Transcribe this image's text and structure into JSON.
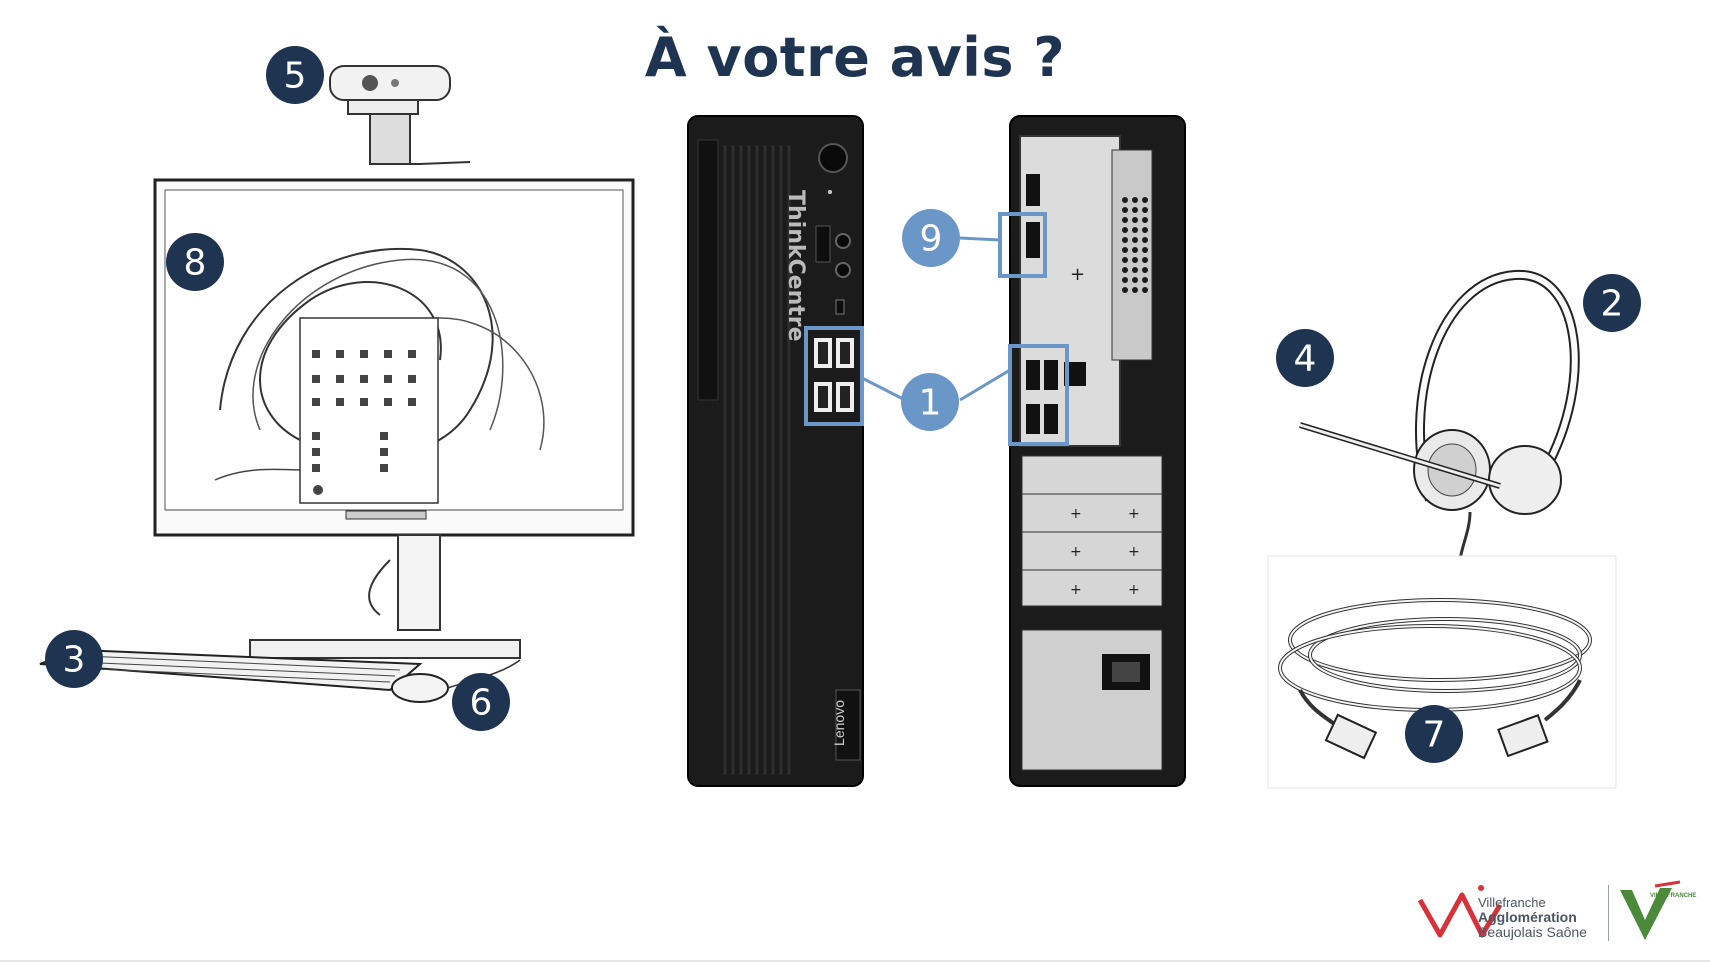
{
  "title": "À votre avis ?",
  "badges": {
    "b1": "1",
    "b2": "2",
    "b3": "3",
    "b4": "4",
    "b5": "5",
    "b6": "6",
    "b7": "7",
    "b8": "8",
    "b9": "9"
  },
  "tower_labels": {
    "brand_vertical": "ThinkCentre",
    "lenovo": "Lenovo"
  },
  "logo": {
    "line1": "Villefranche",
    "line2": "Agglomération",
    "line3": "Beaujolais Saône",
    "right_text": "VILLEFRANCHE"
  },
  "colors": {
    "title": "#1f3450",
    "badge_dark": "#1f3450",
    "badge_blue": "#6b97c8",
    "logo_red": "#d9313a",
    "logo_green": "#4a8a3a"
  }
}
